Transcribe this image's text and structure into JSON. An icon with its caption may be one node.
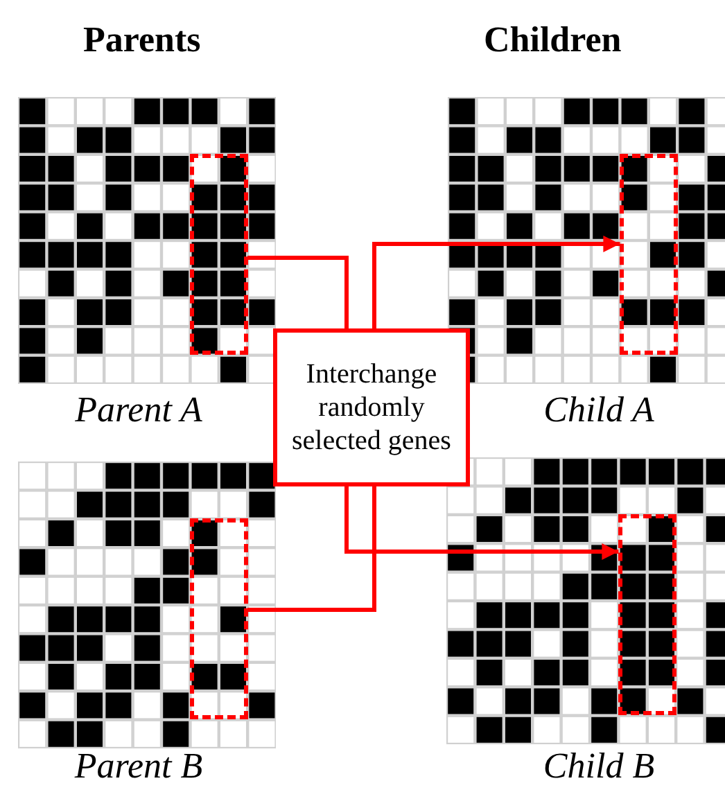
{
  "diagram": {
    "nodes": [
      {
        "text": [],
        "shape": "grid",
        "beside": [
          "Parent A"
        ]
      },
      {
        "text": [],
        "shape": "box",
        "in": 0
      },
      {
        "text": [],
        "shape": "grid",
        "beside": [
          "Child A"
        ]
      },
      {
        "text": [],
        "shape": "box",
        "in": 2
      },
      {
        "text": [
          "Interchange randomly selected genes"
        ]
      },
      {
        "text": [],
        "shape": "grid",
        "beside": [
          "Parent B"
        ]
      },
      {
        "text": [],
        "shape": "box",
        "in": 5
      },
      {
        "text": [],
        "shape": "grid",
        "beside": [
          "Child B"
        ]
      },
      {
        "text": [],
        "shape": "box",
        "in": 7
      }
    ],
    "edges": [
      {
        "from": 1,
        "to": 4,
        "arrow": "none"
      },
      {
        "from": 4,
        "to": 3,
        "arrow": "to"
      },
      {
        "from": 6,
        "to": 4,
        "arrow": "none"
      },
      {
        "from": 4,
        "to": 8,
        "arrow": "to"
      }
    ],
    "labels": [
      "Parents",
      "Children"
    ]
  }
}
